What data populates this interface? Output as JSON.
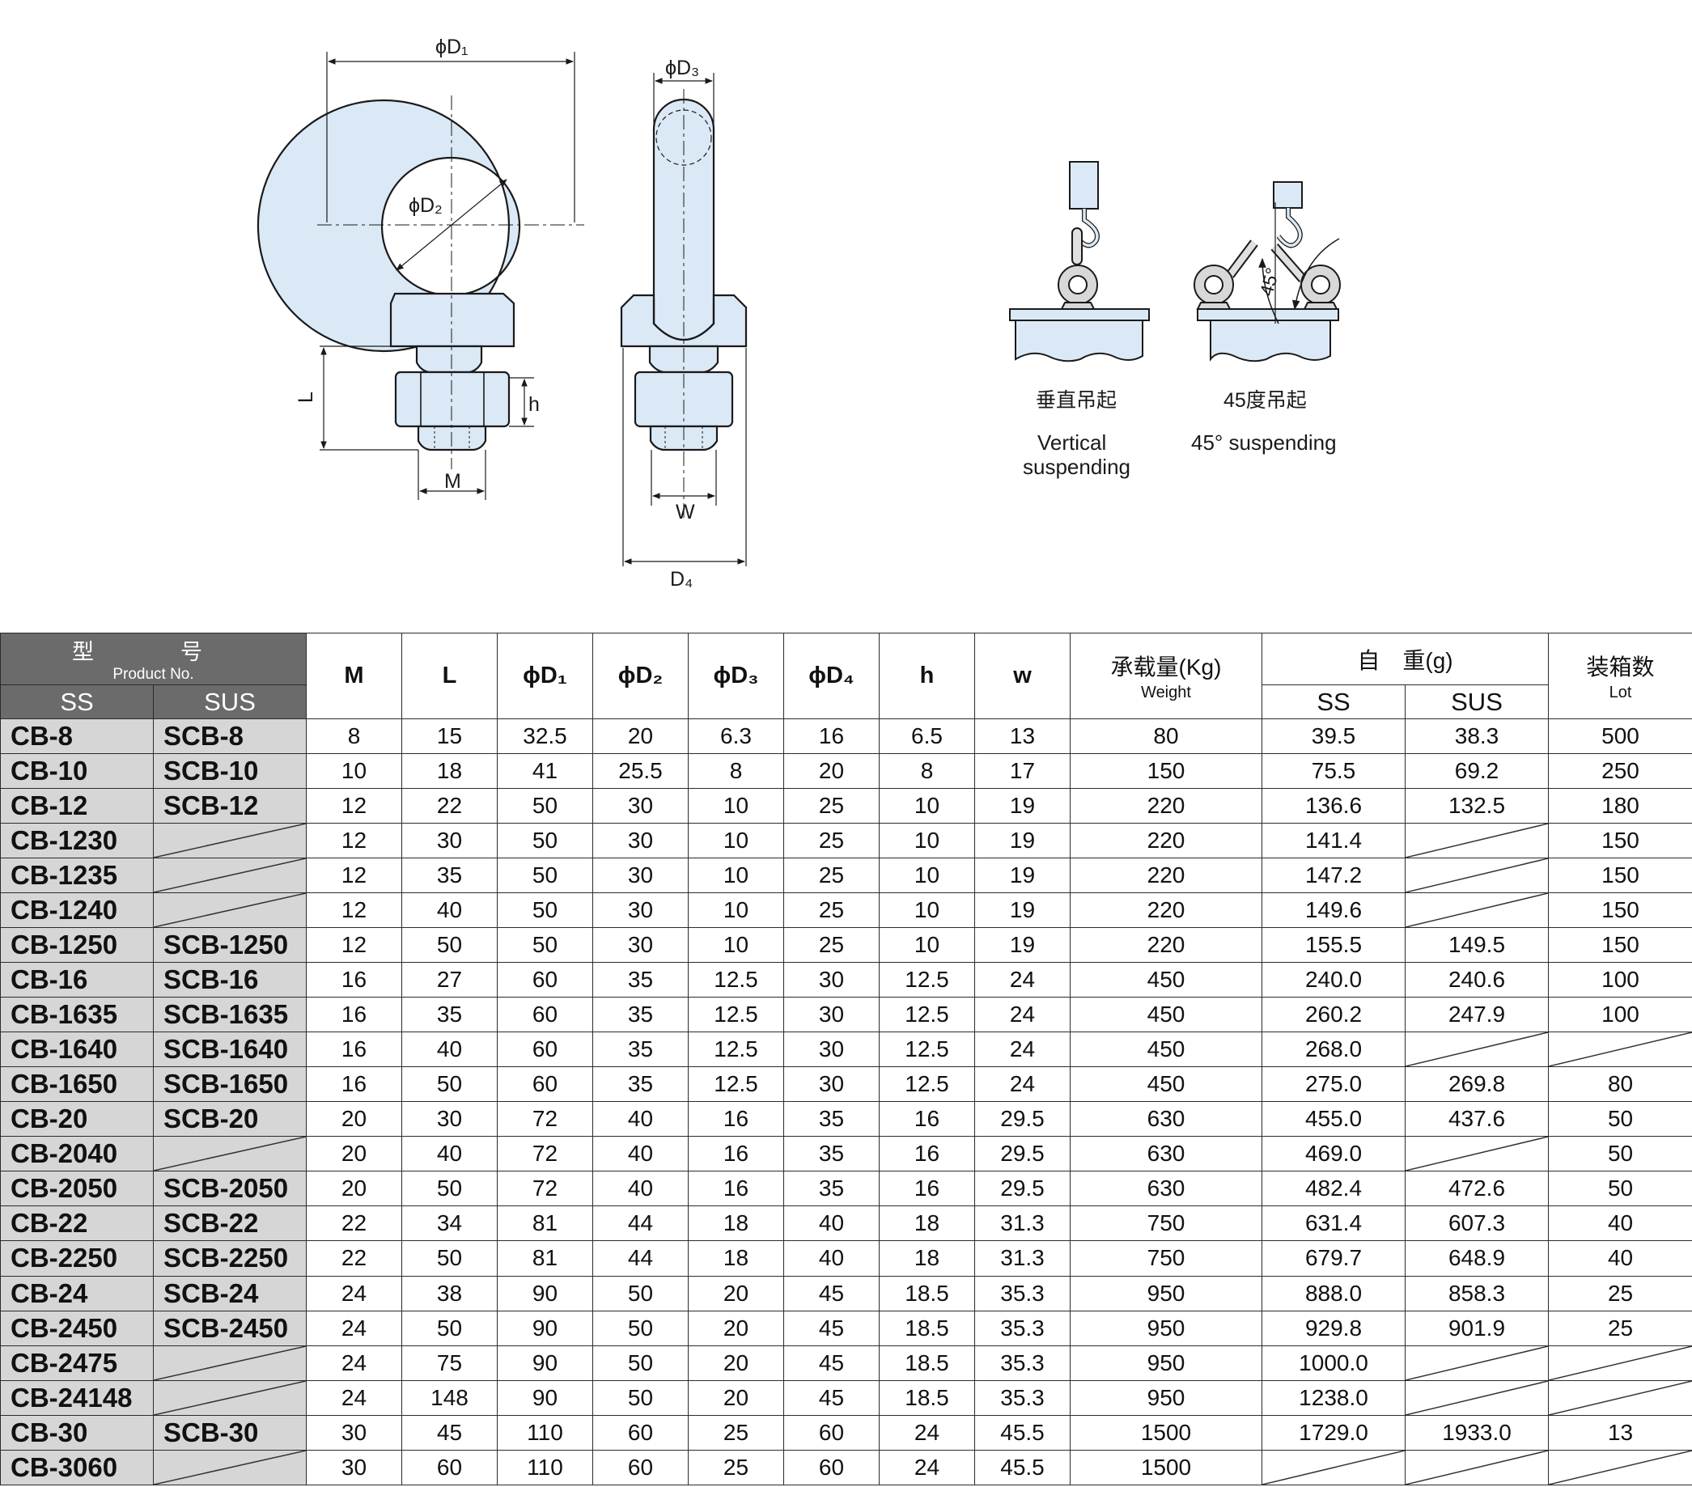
{
  "drawing": {
    "dims": {
      "d1": "ϕD₁",
      "d2": "ϕD₂",
      "d3": "ϕD₃",
      "d4": "D₄",
      "l": "L",
      "h": "h",
      "m": "M",
      "w": "W"
    },
    "lifting": {
      "vertical_cn": "垂直吊起",
      "vertical_en_1": "Vertical",
      "vertical_en_2": "suspending",
      "angle_cn": "45度吊起",
      "angle_en": "45° suspending",
      "angle_mark": "45°"
    }
  },
  "colors": {
    "part_fill": "#dbe9f6",
    "header_dark": "#6b6b6b",
    "model_cell": "#d6d6d6",
    "line": "#2b2b2b"
  },
  "table": {
    "headers": {
      "product_cn": "型　号",
      "product_en": "Product No.",
      "ss": "SS",
      "sus": "SUS",
      "m": "M",
      "l": "L",
      "d1": "ϕD₁",
      "d2": "ϕD₂",
      "d3": "ϕD₃",
      "d4": "ϕD₄",
      "h": "h",
      "w": "w",
      "load_cn": "承载量(Kg)",
      "load_en": "Weight",
      "self_weight_cn": "自　重(g)",
      "weight_ss": "SS",
      "weight_sus": "SUS",
      "lot_cn": "装箱数",
      "lot_en": "Lot"
    },
    "rows": [
      {
        "ss": "CB-8",
        "sus": "SCB-8",
        "m": "8",
        "l": "15",
        "d1": "32.5",
        "d2": "20",
        "d3": "6.3",
        "d4": "16",
        "h": "6.5",
        "w": "13",
        "load": "80",
        "wss": "39.5",
        "wsus": "38.3",
        "lot": "500"
      },
      {
        "ss": "CB-10",
        "sus": "SCB-10",
        "m": "10",
        "l": "18",
        "d1": "41",
        "d2": "25.5",
        "d3": "8",
        "d4": "20",
        "h": "8",
        "w": "17",
        "load": "150",
        "wss": "75.5",
        "wsus": "69.2",
        "lot": "250"
      },
      {
        "ss": "CB-12",
        "sus": "SCB-12",
        "m": "12",
        "l": "22",
        "d1": "50",
        "d2": "30",
        "d3": "10",
        "d4": "25",
        "h": "10",
        "w": "19",
        "load": "220",
        "wss": "136.6",
        "wsus": "132.5",
        "lot": "180"
      },
      {
        "ss": "CB-1230",
        "sus": "",
        "m": "12",
        "l": "30",
        "d1": "50",
        "d2": "30",
        "d3": "10",
        "d4": "25",
        "h": "10",
        "w": "19",
        "load": "220",
        "wss": "141.4",
        "wsus": "",
        "lot": "150"
      },
      {
        "ss": "CB-1235",
        "sus": "",
        "m": "12",
        "l": "35",
        "d1": "50",
        "d2": "30",
        "d3": "10",
        "d4": "25",
        "h": "10",
        "w": "19",
        "load": "220",
        "wss": "147.2",
        "wsus": "",
        "lot": "150"
      },
      {
        "ss": "CB-1240",
        "sus": "",
        "m": "12",
        "l": "40",
        "d1": "50",
        "d2": "30",
        "d3": "10",
        "d4": "25",
        "h": "10",
        "w": "19",
        "load": "220",
        "wss": "149.6",
        "wsus": "",
        "lot": "150"
      },
      {
        "ss": "CB-1250",
        "sus": "SCB-1250",
        "m": "12",
        "l": "50",
        "d1": "50",
        "d2": "30",
        "d3": "10",
        "d4": "25",
        "h": "10",
        "w": "19",
        "load": "220",
        "wss": "155.5",
        "wsus": "149.5",
        "lot": "150"
      },
      {
        "ss": "CB-16",
        "sus": "SCB-16",
        "m": "16",
        "l": "27",
        "d1": "60",
        "d2": "35",
        "d3": "12.5",
        "d4": "30",
        "h": "12.5",
        "w": "24",
        "load": "450",
        "wss": "240.0",
        "wsus": "240.6",
        "lot": "100"
      },
      {
        "ss": "CB-1635",
        "sus": "SCB-1635",
        "m": "16",
        "l": "35",
        "d1": "60",
        "d2": "35",
        "d3": "12.5",
        "d4": "30",
        "h": "12.5",
        "w": "24",
        "load": "450",
        "wss": "260.2",
        "wsus": "247.9",
        "lot": "100"
      },
      {
        "ss": "CB-1640",
        "sus": "SCB-1640",
        "m": "16",
        "l": "40",
        "d1": "60",
        "d2": "35",
        "d3": "12.5",
        "d4": "30",
        "h": "12.5",
        "w": "24",
        "load": "450",
        "wss": "268.0",
        "wsus": "",
        "lot": ""
      },
      {
        "ss": "CB-1650",
        "sus": "SCB-1650",
        "m": "16",
        "l": "50",
        "d1": "60",
        "d2": "35",
        "d3": "12.5",
        "d4": "30",
        "h": "12.5",
        "w": "24",
        "load": "450",
        "wss": "275.0",
        "wsus": "269.8",
        "lot": "80"
      },
      {
        "ss": "CB-20",
        "sus": "SCB-20",
        "m": "20",
        "l": "30",
        "d1": "72",
        "d2": "40",
        "d3": "16",
        "d4": "35",
        "h": "16",
        "w": "29.5",
        "load": "630",
        "wss": "455.0",
        "wsus": "437.6",
        "lot": "50"
      },
      {
        "ss": "CB-2040",
        "sus": "",
        "m": "20",
        "l": "40",
        "d1": "72",
        "d2": "40",
        "d3": "16",
        "d4": "35",
        "h": "16",
        "w": "29.5",
        "load": "630",
        "wss": "469.0",
        "wsus": "",
        "lot": "50"
      },
      {
        "ss": "CB-2050",
        "sus": "SCB-2050",
        "m": "20",
        "l": "50",
        "d1": "72",
        "d2": "40",
        "d3": "16",
        "d4": "35",
        "h": "16",
        "w": "29.5",
        "load": "630",
        "wss": "482.4",
        "wsus": "472.6",
        "lot": "50"
      },
      {
        "ss": "CB-22",
        "sus": "SCB-22",
        "m": "22",
        "l": "34",
        "d1": "81",
        "d2": "44",
        "d3": "18",
        "d4": "40",
        "h": "18",
        "w": "31.3",
        "load": "750",
        "wss": "631.4",
        "wsus": "607.3",
        "lot": "40"
      },
      {
        "ss": "CB-2250",
        "sus": "SCB-2250",
        "m": "22",
        "l": "50",
        "d1": "81",
        "d2": "44",
        "d3": "18",
        "d4": "40",
        "h": "18",
        "w": "31.3",
        "load": "750",
        "wss": "679.7",
        "wsus": "648.9",
        "lot": "40"
      },
      {
        "ss": "CB-24",
        "sus": "SCB-24",
        "m": "24",
        "l": "38",
        "d1": "90",
        "d2": "50",
        "d3": "20",
        "d4": "45",
        "h": "18.5",
        "w": "35.3",
        "load": "950",
        "wss": "888.0",
        "wsus": "858.3",
        "lot": "25"
      },
      {
        "ss": "CB-2450",
        "sus": "SCB-2450",
        "m": "24",
        "l": "50",
        "d1": "90",
        "d2": "50",
        "d3": "20",
        "d4": "45",
        "h": "18.5",
        "w": "35.3",
        "load": "950",
        "wss": "929.8",
        "wsus": "901.9",
        "lot": "25"
      },
      {
        "ss": "CB-2475",
        "sus": "",
        "m": "24",
        "l": "75",
        "d1": "90",
        "d2": "50",
        "d3": "20",
        "d4": "45",
        "h": "18.5",
        "w": "35.3",
        "load": "950",
        "wss": "1000.0",
        "wsus": "",
        "lot": ""
      },
      {
        "ss": "CB-24148",
        "sus": "",
        "m": "24",
        "l": "148",
        "d1": "90",
        "d2": "50",
        "d3": "20",
        "d4": "45",
        "h": "18.5",
        "w": "35.3",
        "load": "950",
        "wss": "1238.0",
        "wsus": "",
        "lot": ""
      },
      {
        "ss": "CB-30",
        "sus": "SCB-30",
        "m": "30",
        "l": "45",
        "d1": "110",
        "d2": "60",
        "d3": "25",
        "d4": "60",
        "h": "24",
        "w": "45.5",
        "load": "1500",
        "wss": "1729.0",
        "wsus": "1933.0",
        "lot": "13"
      },
      {
        "ss": "CB-3060",
        "sus": "",
        "m": "30",
        "l": "60",
        "d1": "110",
        "d2": "60",
        "d3": "25",
        "d4": "60",
        "h": "24",
        "w": "45.5",
        "load": "1500",
        "wss": "",
        "wsus": "",
        "lot": ""
      }
    ]
  }
}
